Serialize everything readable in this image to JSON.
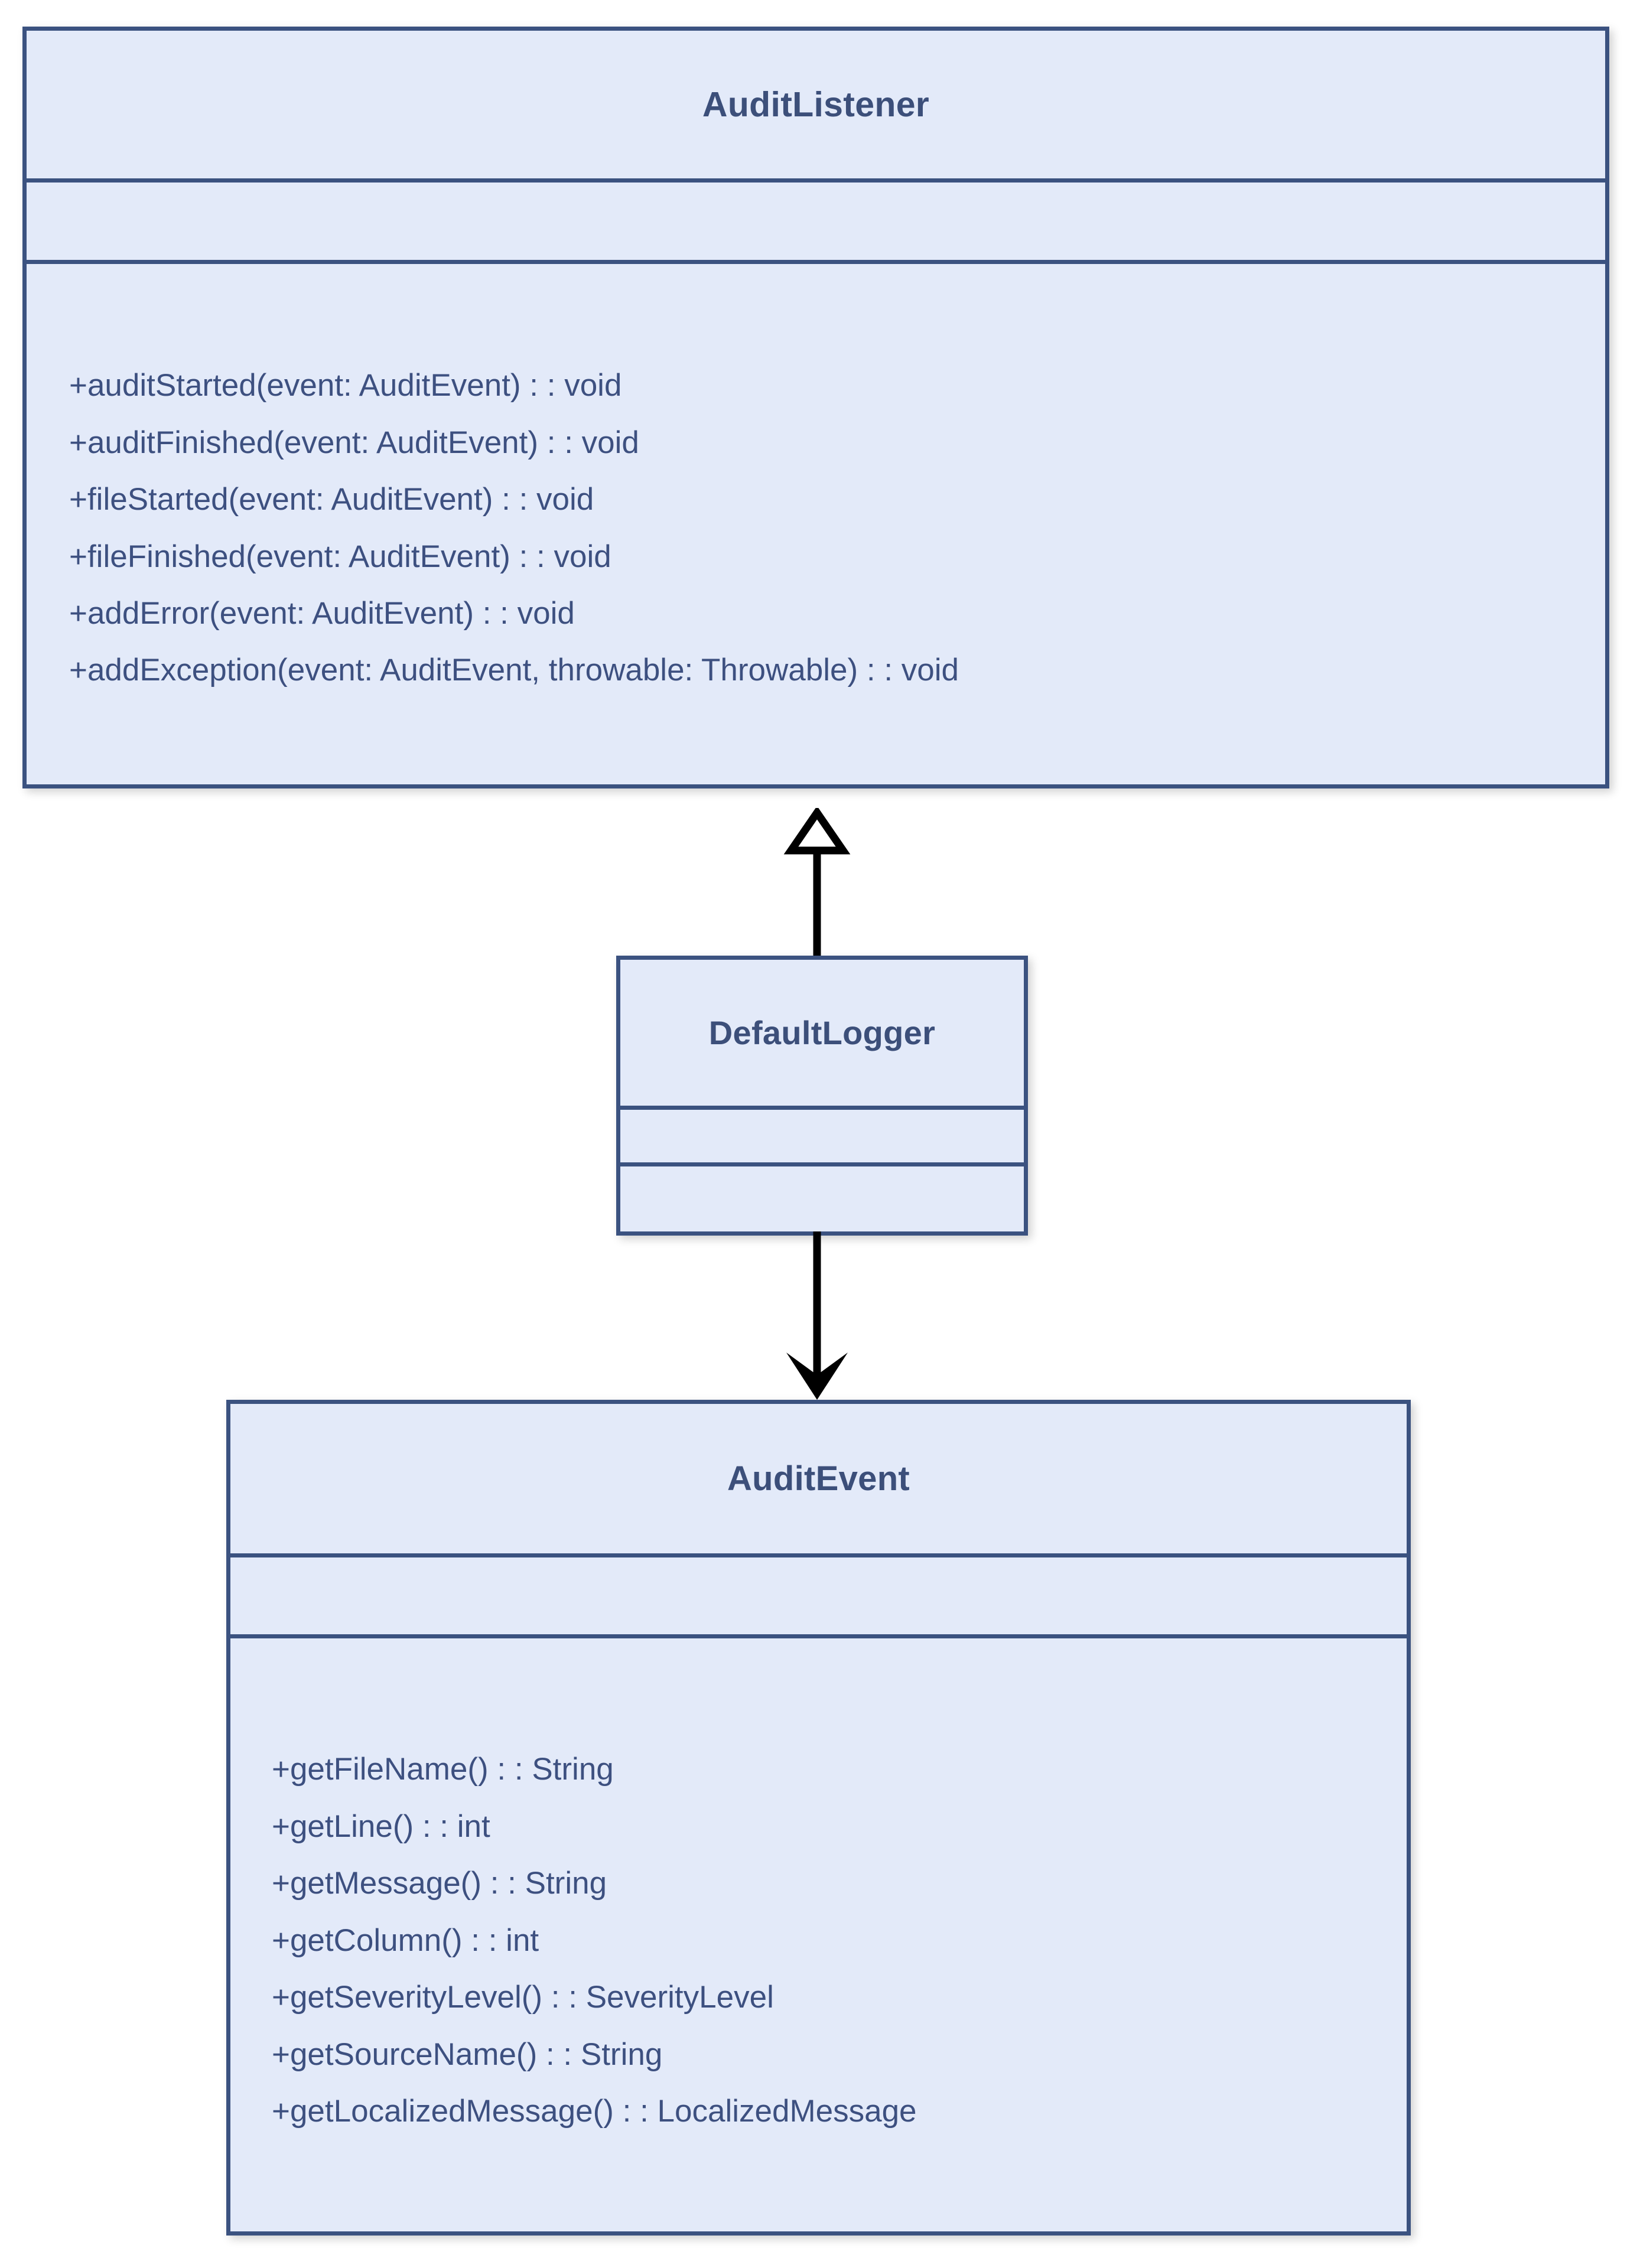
{
  "diagram": {
    "type": "uml-class-diagram",
    "background_color": "#ffffff",
    "class_fill_color": "#e3eaf9",
    "class_border_color": "#3b5280",
    "title_text_color": "#3c4f7a",
    "member_text_color": "#3d5080",
    "connector_color": "#000000"
  },
  "classes": [
    {
      "id": "audit-listener",
      "name": "AuditListener",
      "attributes": [],
      "methods": [
        "+auditStarted(event: AuditEvent) : : void",
        "+auditFinished(event: AuditEvent) : : void",
        "+fileStarted(event: AuditEvent) : : void",
        "+fileFinished(event: AuditEvent) : : void",
        "+addError(event: AuditEvent) : : void",
        "+addException(event: AuditEvent, throwable: Throwable) : : void"
      ]
    },
    {
      "id": "default-logger",
      "name": "DefaultLogger",
      "attributes": [],
      "methods": []
    },
    {
      "id": "audit-event",
      "name": "AuditEvent",
      "attributes": [],
      "methods": [
        "+getFileName() : : String",
        "+getLine() : : int",
        "+getMessage() : : String",
        "+getColumn() : : int",
        "+getSeverityLevel() : : SeverityLevel",
        "+getSourceName() : : String",
        "+getLocalizedMessage() : : LocalizedMessage"
      ]
    }
  ],
  "connectors": [
    {
      "id": "generalization",
      "kind": "generalization",
      "arrowhead": "hollow-triangle",
      "from": "DefaultLogger",
      "to": "AuditListener",
      "direction": "up"
    },
    {
      "id": "dependency",
      "kind": "dependency",
      "arrowhead": "solid-open-arrow",
      "from": "DefaultLogger",
      "to": "AuditEvent",
      "direction": "down"
    }
  ]
}
